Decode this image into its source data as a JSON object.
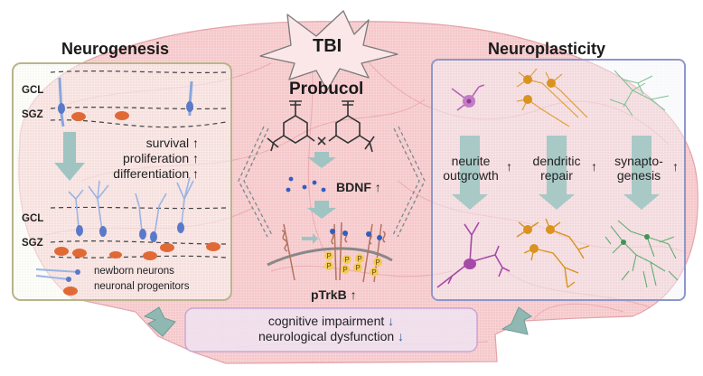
{
  "figure": {
    "trigger": "TBI",
    "drug": "Probucol",
    "colors": {
      "brain_fill": "#f6c9cc",
      "brain_stroke": "#e8a6ab",
      "neurogenesis_border": "#b8b58a",
      "neuroplasticity_border": "#8e97c9",
      "outcome_fill": "#efe3f1",
      "outcome_border": "#c9a7d3",
      "arrow_teal": "#8fb8b3",
      "progenitor_orange": "#e06a36",
      "newborn_blue": "#5b79c9",
      "bdnf_blue": "#2f5fbf",
      "neurite_purple": "#a64aa8",
      "dendritic_orange": "#d9931f",
      "synapto_green": "#5faf72",
      "phospho_yellow": "#f2cc55"
    }
  },
  "neurogenesis": {
    "title": "Neurogenesis",
    "layer_labels": {
      "gcl_top": "GCL",
      "sgz_top": "SGZ",
      "gcl_bottom": "GCL",
      "sgz_bottom": "SGZ"
    },
    "effects": [
      {
        "label": "survival",
        "direction": "↑"
      },
      {
        "label": "proliferation",
        "direction": "↑"
      },
      {
        "label": "differentiation",
        "direction": "↑"
      }
    ],
    "legend": [
      {
        "label": "newborn neurons",
        "icon": "newborn-neuron-icon"
      },
      {
        "label": "neuronal progenitors",
        "icon": "progenitor-cell-icon"
      }
    ]
  },
  "mechanism": {
    "bdnf_label": "BDNF",
    "bdnf_direction": "↑",
    "receptor_label": "pTrkB",
    "receptor_direction": "↑",
    "phospho_label": "P"
  },
  "neuroplasticity": {
    "title": "Neuroplasticity",
    "effects": [
      {
        "line1": "neurite",
        "line2": "outgrowth",
        "direction": "↑"
      },
      {
        "line1": "dendritic",
        "line2": "repair",
        "direction": "↑"
      },
      {
        "line1": "synapto-",
        "line2": "genesis",
        "direction": "↑"
      }
    ]
  },
  "outcome": {
    "items": [
      {
        "label": "cognitive impairment",
        "direction": "↓"
      },
      {
        "label": "neurological dysfunction",
        "direction": "↓"
      }
    ]
  }
}
